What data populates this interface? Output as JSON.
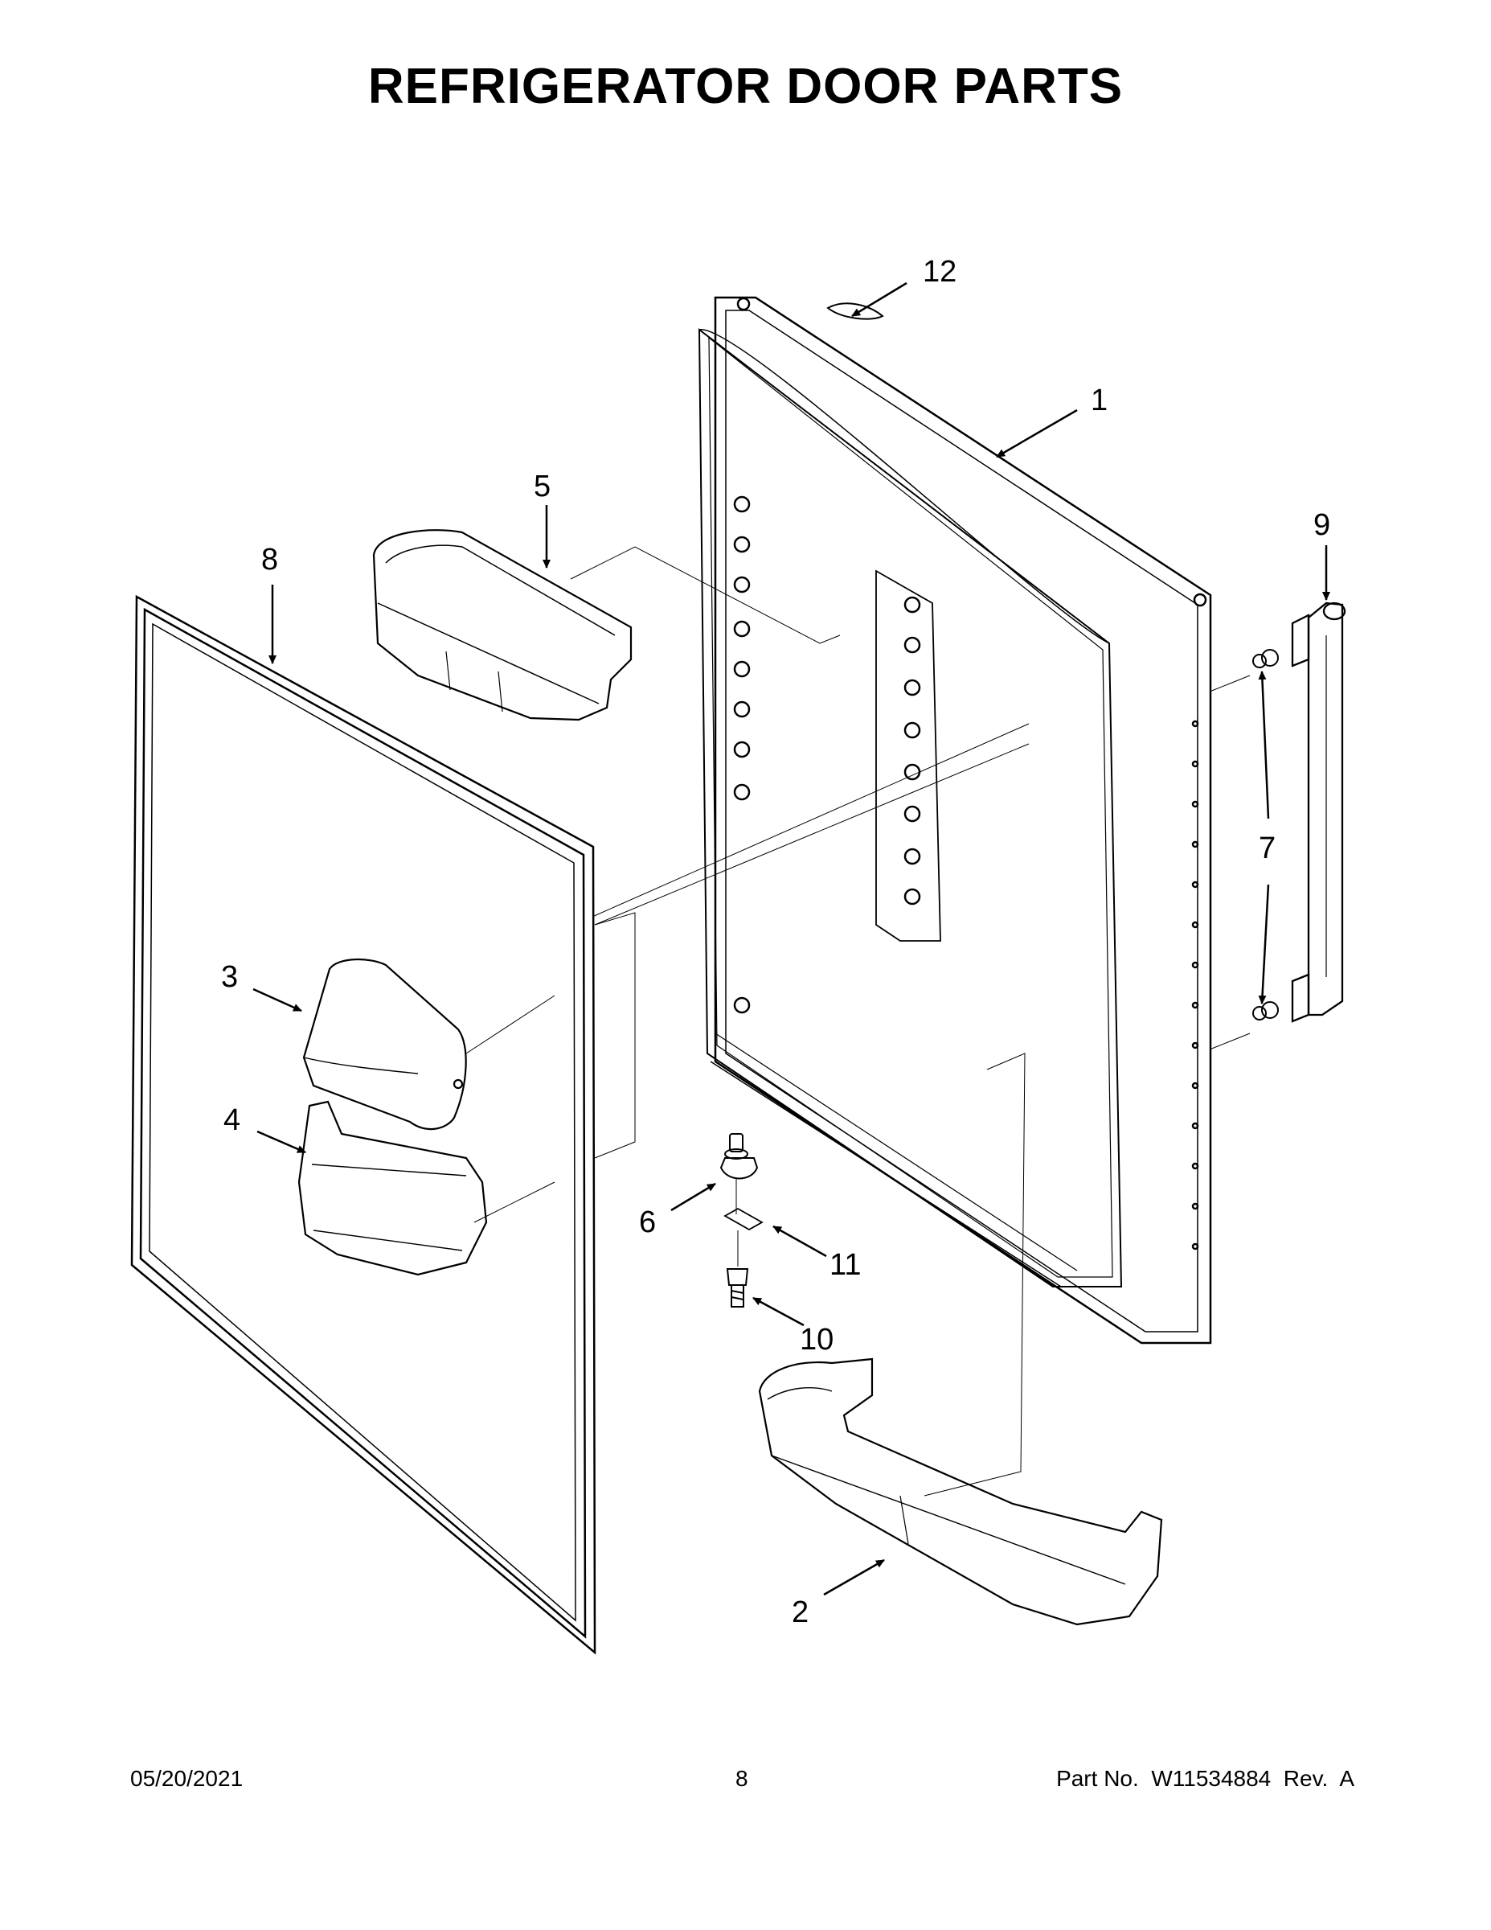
{
  "title": "REFRIGERATOR DOOR PARTS",
  "callouts": {
    "c1": "1",
    "c2": "2",
    "c3": "3",
    "c4": "4",
    "c5": "5",
    "c6": "6",
    "c7": "7",
    "c8": "8",
    "c9": "9",
    "c10": "10",
    "c11": "11",
    "c12": "12"
  },
  "footer": {
    "date": "05/20/2021",
    "page": "8",
    "part": "Part No.  W11534884  Rev.  A"
  }
}
